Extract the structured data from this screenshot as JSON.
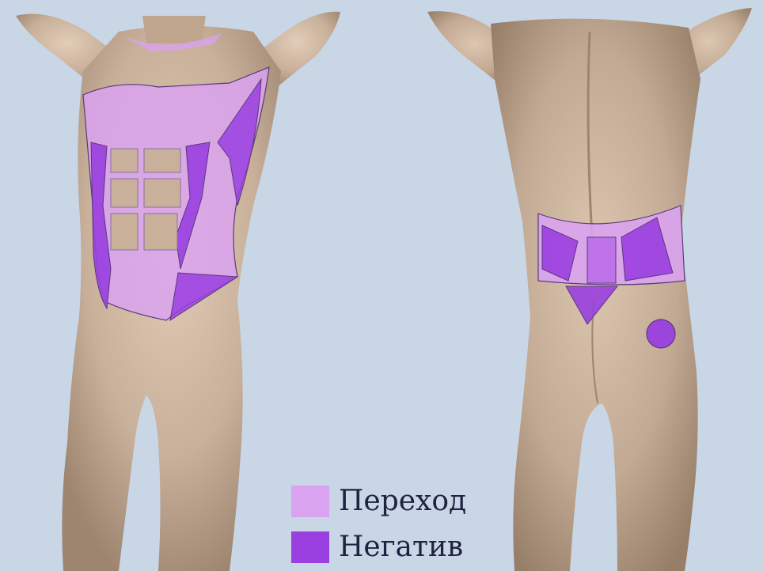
{
  "legend": {
    "items": [
      {
        "label": "Переход",
        "color": "#d9a3ef"
      },
      {
        "label": "Негатив",
        "color": "#9a3fe0"
      }
    ]
  },
  "colors": {
    "background": "#c9d6e6",
    "skin": "#cbb49e",
    "skin_shadow": "#a89078",
    "transition": "#d9a3ef",
    "negative": "#9a3fe0",
    "outline": "#5b3a7a"
  },
  "figures": [
    {
      "view": "front-view",
      "icon": "male-torso-front"
    },
    {
      "view": "back-view",
      "icon": "male-torso-back"
    }
  ]
}
